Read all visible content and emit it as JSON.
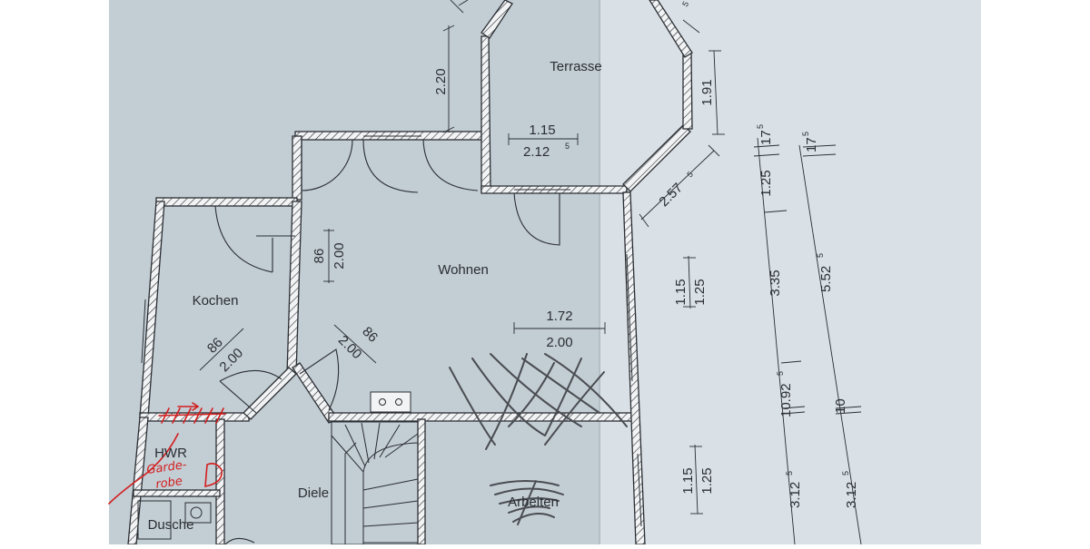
{
  "colors": {
    "paper_left": "#c3cdd4",
    "paper_right": "#d9e0e6",
    "ink": "#2a2e33",
    "wall_fill": "#f1f3f4",
    "red_ink": "#d21e1e"
  },
  "rooms": {
    "terrasse": "Terrasse",
    "wohnen": "Wohnen",
    "kochen": "Kochen",
    "hwr": "HWR",
    "diele": "Diele",
    "dusche": "Dusche",
    "arbeiten": "Arbeiten"
  },
  "dimensions": {
    "top_vertical": "2.20",
    "terrasse_width": "1.15",
    "terrasse_height_main": "2.12",
    "terrasse_height_sup": "5",
    "terrasse_side": "1.91",
    "terrasse_diag_main": "2.57",
    "terrasse_diag_sup": "5",
    "top_corner_sup": "5",
    "wohnen_door_width": "86",
    "wohnen_door_height": "2.00",
    "window_width": "1.72",
    "window_height": "2.00",
    "kochen_door_width": "86",
    "kochen_door_height": "2.00",
    "diele_door_width": "86",
    "diele_door_height": "2.00",
    "right_window1_width": "1.15",
    "right_window1_height": "1.25",
    "right_window2_width": "1.15",
    "right_window2_height": "1.25",
    "chain_a_125": "1.25",
    "chain_a_17_main": "17",
    "chain_a_17_sup": "5",
    "chain_a_335": "3.35",
    "chain_a_1092_main": "10.92",
    "chain_a_1092_sup": "5",
    "chain_a_312_main": "3.12",
    "chain_a_312_sup": "5",
    "chain_b_17_main": "17",
    "chain_b_17_sup": "5",
    "chain_b_552_main": "5.52",
    "chain_b_552_sup": "5",
    "chain_b_10": "10",
    "chain_b_312_main": "3.12",
    "chain_b_312_sup": "5"
  },
  "handwriting": {
    "garderobe_line1": "Garde-",
    "garderobe_line2": "robe"
  }
}
